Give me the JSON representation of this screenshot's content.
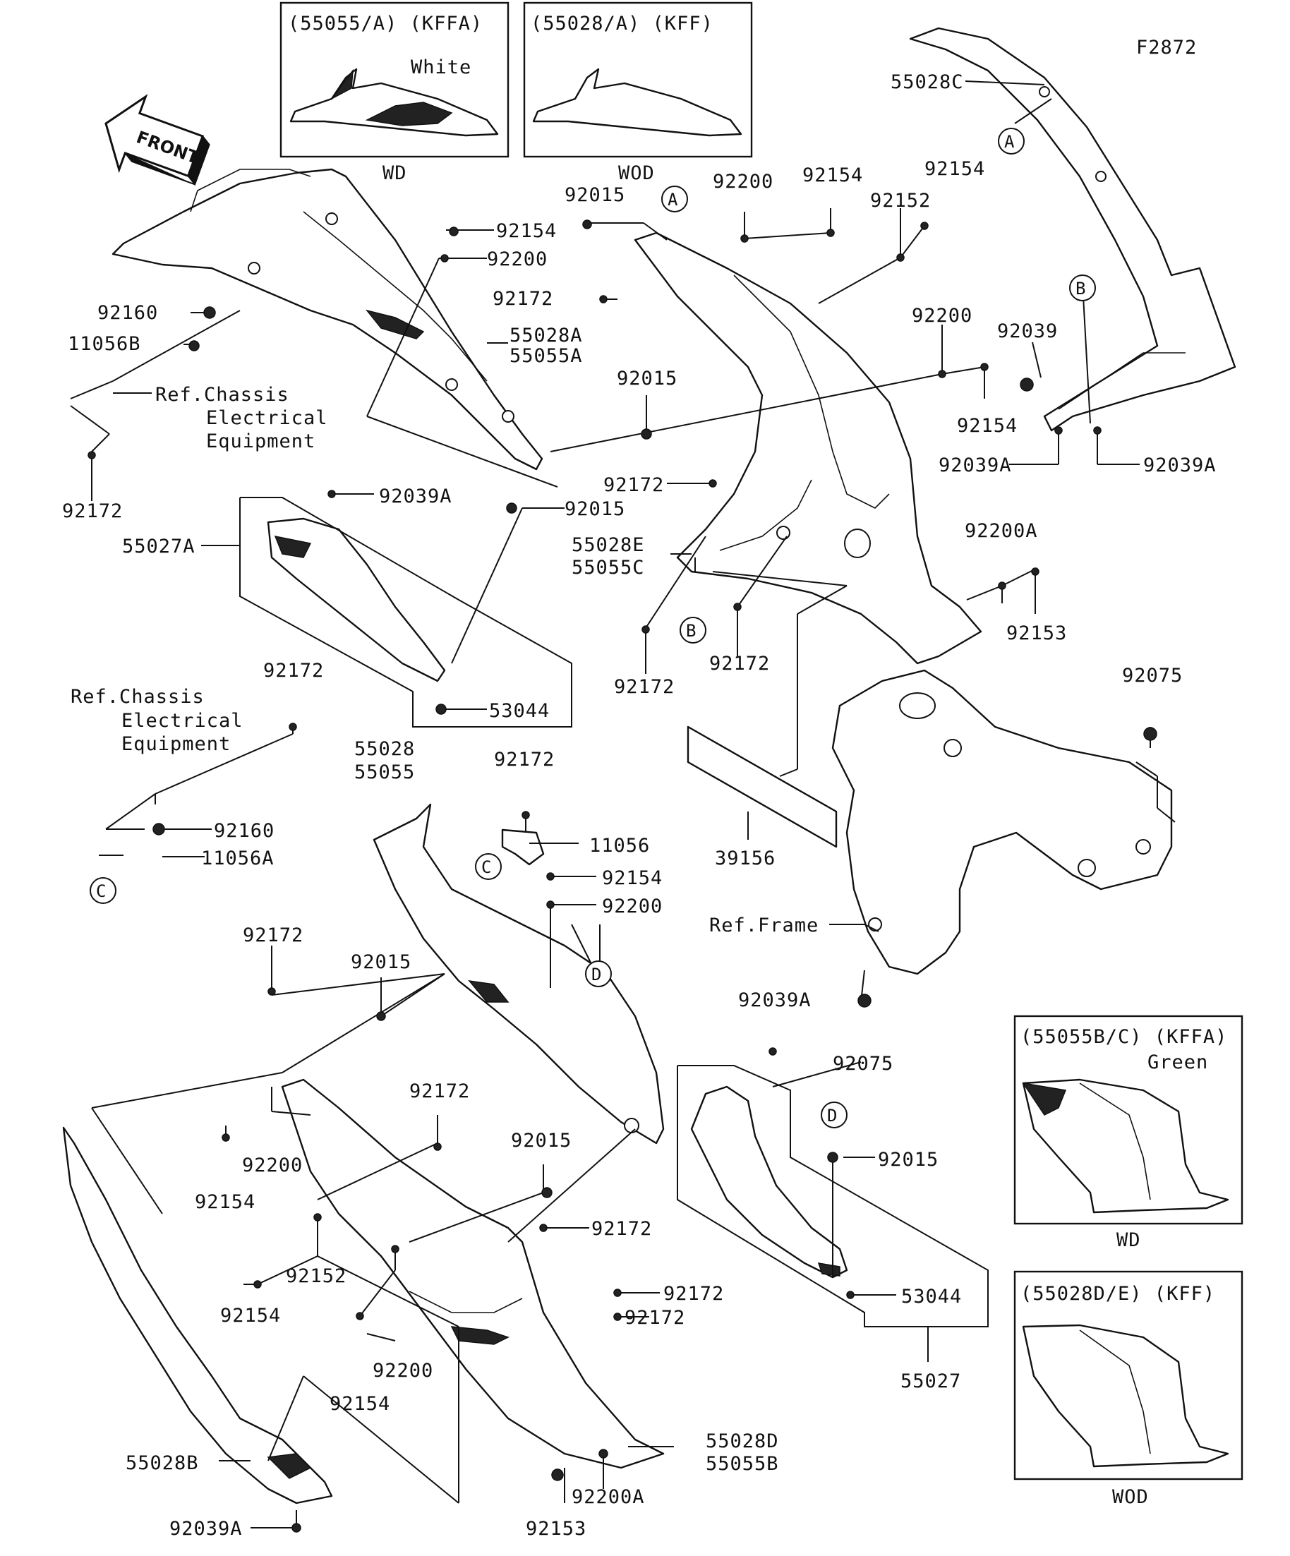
{
  "figure_id": "F2872",
  "front_arrow": "FRONT",
  "inset_boxes": [
    {
      "title": "(55055/A)  (KFFA)",
      "color_note": "White",
      "caption": "WD"
    },
    {
      "title": "(55028/A)    (KFF)",
      "color_note": "",
      "caption": "WOD"
    },
    {
      "title": "(55055B/C)  (KFFA)",
      "color_note": "Green",
      "caption": "WD"
    },
    {
      "title": "(55028D/E)   (KFF)",
      "color_note": "",
      "caption": "WOD"
    }
  ],
  "ref_notes": {
    "chassis_1": [
      "Ref.Chassis",
      "Electrical",
      "Equipment"
    ],
    "chassis_2": [
      "Ref.Chassis",
      "Electrical",
      "Equipment"
    ],
    "frame": "Ref.Frame"
  },
  "callouts": [
    "A",
    "A",
    "B",
    "B",
    "C",
    "C",
    "D",
    "D"
  ],
  "part_labels": [
    "55028C",
    "92015",
    "92200",
    "92154",
    "92152",
    "92154",
    "92154",
    "92200",
    "92172",
    "55028A",
    "55055A",
    "92160",
    "11056B",
    "92015",
    "92200",
    "92039",
    "92154",
    "92039A",
    "92039A",
    "92172",
    "92039A",
    "92015",
    "55027A",
    "55028E",
    "55055C",
    "92200A",
    "92153",
    "92172",
    "92172",
    "53044",
    "92172",
    "92075",
    "92160",
    "11056A",
    "55028",
    "55055",
    "92172",
    "11056",
    "92154",
    "92200",
    "39156",
    "Ref.Frame",
    "92172",
    "92015",
    "92039A",
    "92075",
    "92172",
    "92200",
    "92154",
    "92015",
    "92015",
    "92152",
    "92172",
    "92154",
    "92172",
    "92172",
    "92200",
    "92154",
    "53044",
    "55027",
    "55028B",
    "55028D",
    "55055B",
    "92200A",
    "92039A",
    "92153",
    "92172"
  ]
}
